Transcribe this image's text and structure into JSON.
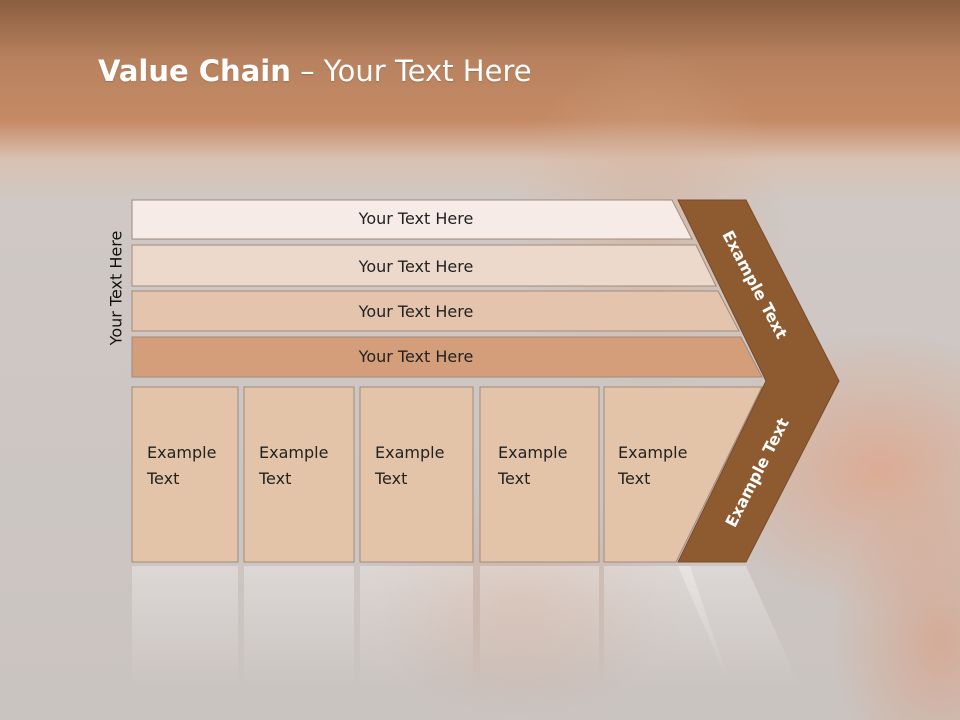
{
  "title": {
    "bold": "Value Chain",
    "rest": " – Your Text Here"
  },
  "side_label": "Your Text Here",
  "support_bars": [
    {
      "label": "Your Text Here",
      "fill": "#f6ebe6"
    },
    {
      "label": "Your Text Here",
      "fill": "#ecd9cc"
    },
    {
      "label": "Your Text Here",
      "fill": "#e4c4ad"
    },
    {
      "label": "Your Text Here",
      "fill": "#d49e7b"
    }
  ],
  "primary_cells": [
    {
      "line1": "Example",
      "line2": "Text"
    },
    {
      "line1": "Example",
      "line2": "Text"
    },
    {
      "line1": "Example",
      "line2": "Text"
    },
    {
      "line1": "Example",
      "line2": "Text"
    },
    {
      "line1": "Example",
      "line2": "Text"
    }
  ],
  "margin_top": "Example Text",
  "margin_bottom": "Example Text",
  "colors": {
    "cell_fill": "#e3c4a8",
    "chevron_fill": "#8e5a30",
    "border": "#a08a7c"
  }
}
